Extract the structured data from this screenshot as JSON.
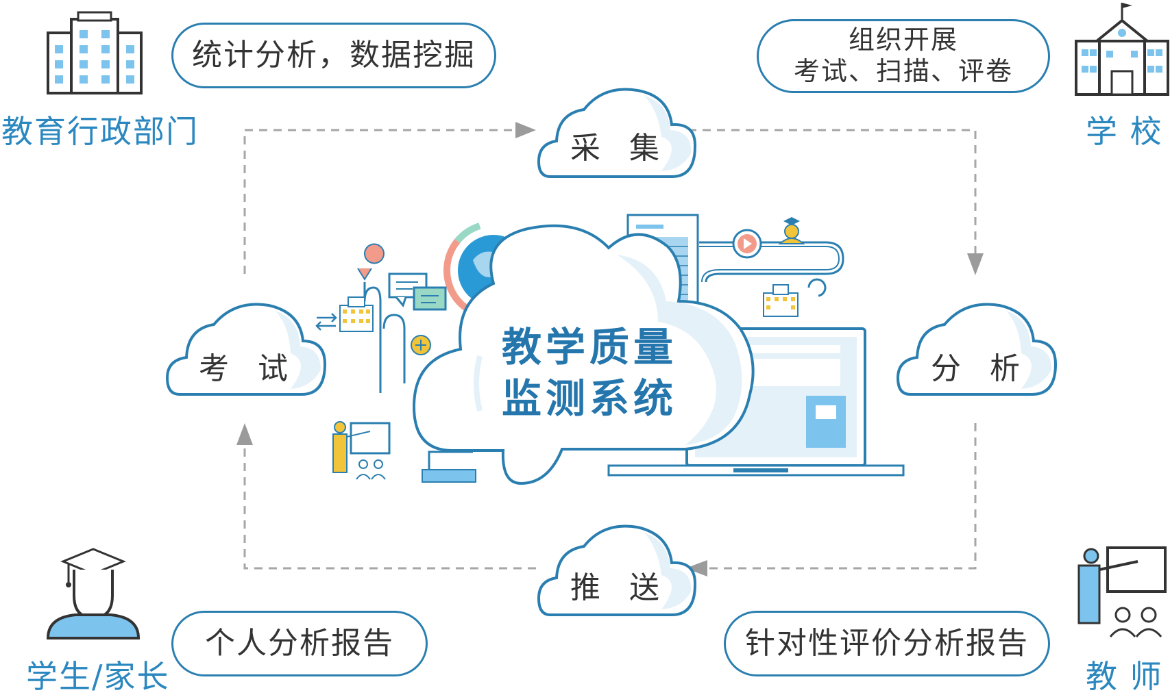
{
  "center": {
    "line1": "教学质量",
    "line2": "监测系统"
  },
  "cycle": {
    "collect": "采 集",
    "analyze": "分 析",
    "push": "推 送",
    "exam": "考 试"
  },
  "roles": {
    "bureau": {
      "label": "教育行政部门",
      "bubble": "统计分析，数据挖掘",
      "icon": "office-building-icon"
    },
    "school": {
      "label": "学 校",
      "bubble_line1": "组织开展",
      "bubble_line2": "考试、扫描、评卷",
      "icon": "school-building-icon"
    },
    "student": {
      "label": "学生/家长",
      "bubble": "个人分析报告",
      "icon": "graduate-student-icon"
    },
    "teacher": {
      "label": "教 师",
      "bubble": "针对性评价分析报告",
      "icon": "teacher-presenting-icon"
    }
  },
  "colors": {
    "accent": "#2a87bf",
    "cloud_stroke": "#2a7fb0",
    "cloud_fill": "#ffffff",
    "cloud_shade": "#e4f1f9",
    "dash": "#aaaaaa",
    "yellow": "#f2c43a",
    "light_blue": "#7cc4ee"
  }
}
